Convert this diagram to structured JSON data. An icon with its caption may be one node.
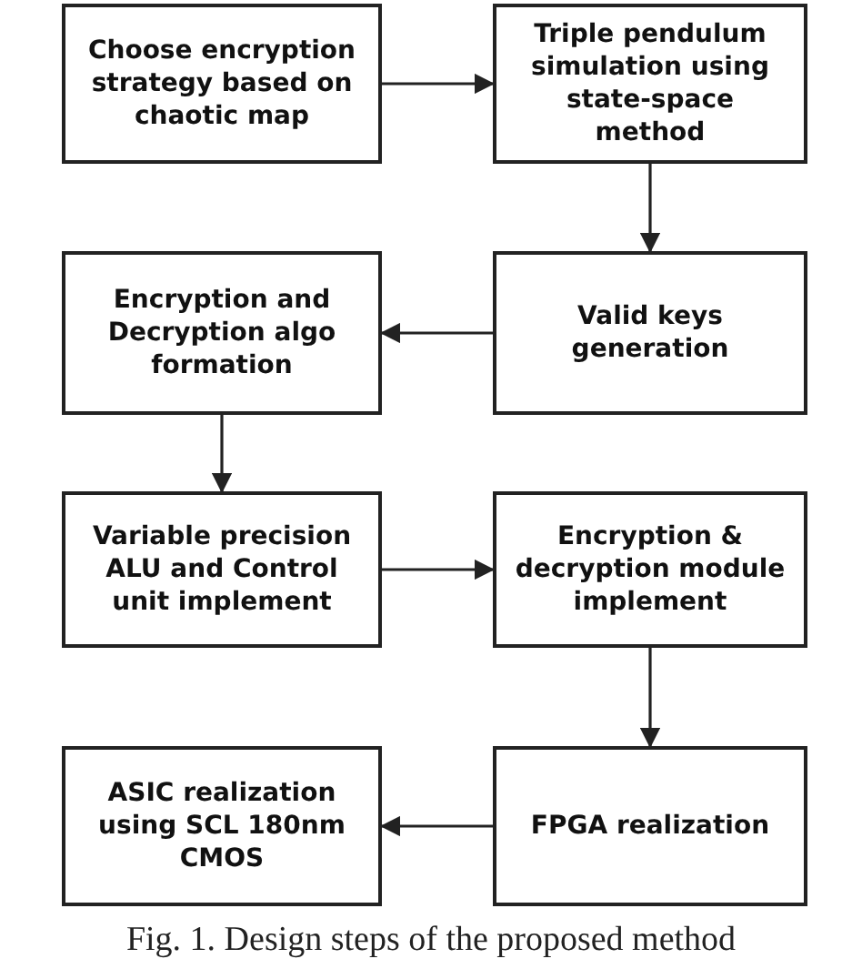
{
  "diagram": {
    "caption": "Fig. 1. Design steps of the proposed method",
    "nodes": [
      {
        "text": [
          "Choose encryption strategy based on chaotic map"
        ]
      },
      {
        "text": [
          "Triple pendulum simulation using state-space method"
        ]
      },
      {
        "text": [
          "Valid keys generation"
        ]
      },
      {
        "text": [
          "Encryption and Decryption algo formation"
        ]
      },
      {
        "text": [
          "Variable precision ALU and Control unit implement"
        ]
      },
      {
        "text": [
          "Encryption & decryption module implement"
        ]
      },
      {
        "text": [
          "FPGA realization"
        ]
      },
      {
        "text": [
          "ASIC realization using SCL 180nm CMOS"
        ]
      }
    ],
    "edges": [
      {
        "from": 0,
        "to": 1,
        "arrow": "to"
      },
      {
        "from": 1,
        "to": 2,
        "arrow": "to"
      },
      {
        "from": 2,
        "to": 3,
        "arrow": "to"
      },
      {
        "from": 3,
        "to": 4,
        "arrow": "to"
      },
      {
        "from": 4,
        "to": 5,
        "arrow": "to"
      },
      {
        "from": 5,
        "to": 6,
        "arrow": "to"
      },
      {
        "from": 6,
        "to": 7,
        "arrow": "to"
      }
    ]
  }
}
